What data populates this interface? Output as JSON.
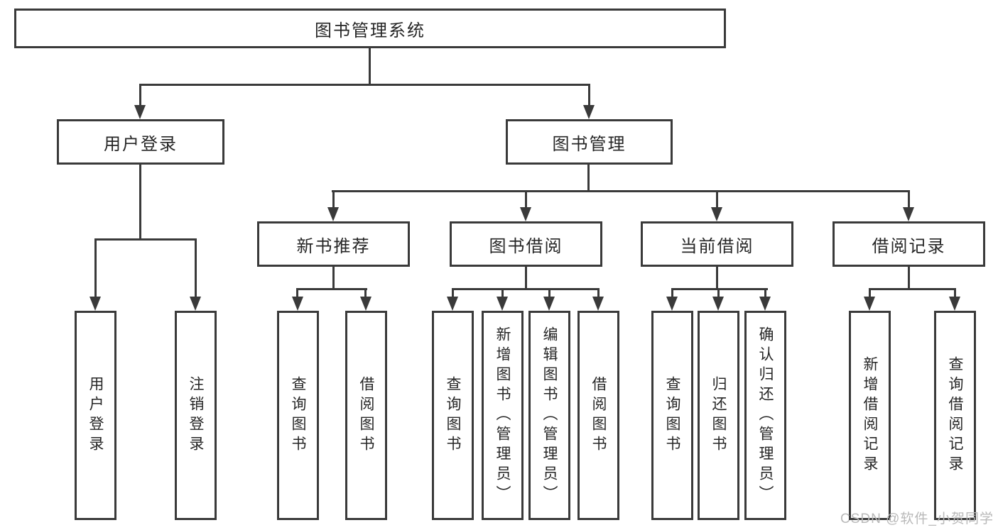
{
  "diagram": {
    "type": "hierarchy-tree",
    "root": {
      "label": "图书管理系统"
    },
    "branches": [
      {
        "label": "用户登录",
        "children": [
          {
            "label": "用户登录"
          },
          {
            "label": "注销登录"
          }
        ]
      },
      {
        "label": "图书管理",
        "children": [
          {
            "label": "新书推荐",
            "children": [
              {
                "label": "查询图书"
              },
              {
                "label": "借阅图书"
              }
            ]
          },
          {
            "label": "图书借阅",
            "children": [
              {
                "label": "查询图书"
              },
              {
                "label": "新增图书（管理员）"
              },
              {
                "label": "编辑图书（管理员）"
              },
              {
                "label": "借阅图书"
              }
            ]
          },
          {
            "label": "当前借阅",
            "children": [
              {
                "label": "查询图书"
              },
              {
                "label": "归还图书"
              },
              {
                "label": "确认归还（管理员）"
              }
            ]
          },
          {
            "label": "借阅记录",
            "children": [
              {
                "label": "新增借阅记录"
              },
              {
                "label": "查询借阅记录"
              }
            ]
          }
        ]
      }
    ]
  },
  "watermark": {
    "text": "CSDN @软件_小贺同学"
  },
  "colors": {
    "line": "#3a3a3a",
    "text": "#262626",
    "background": "#ffffff",
    "watermark": "#b9b9b9"
  }
}
